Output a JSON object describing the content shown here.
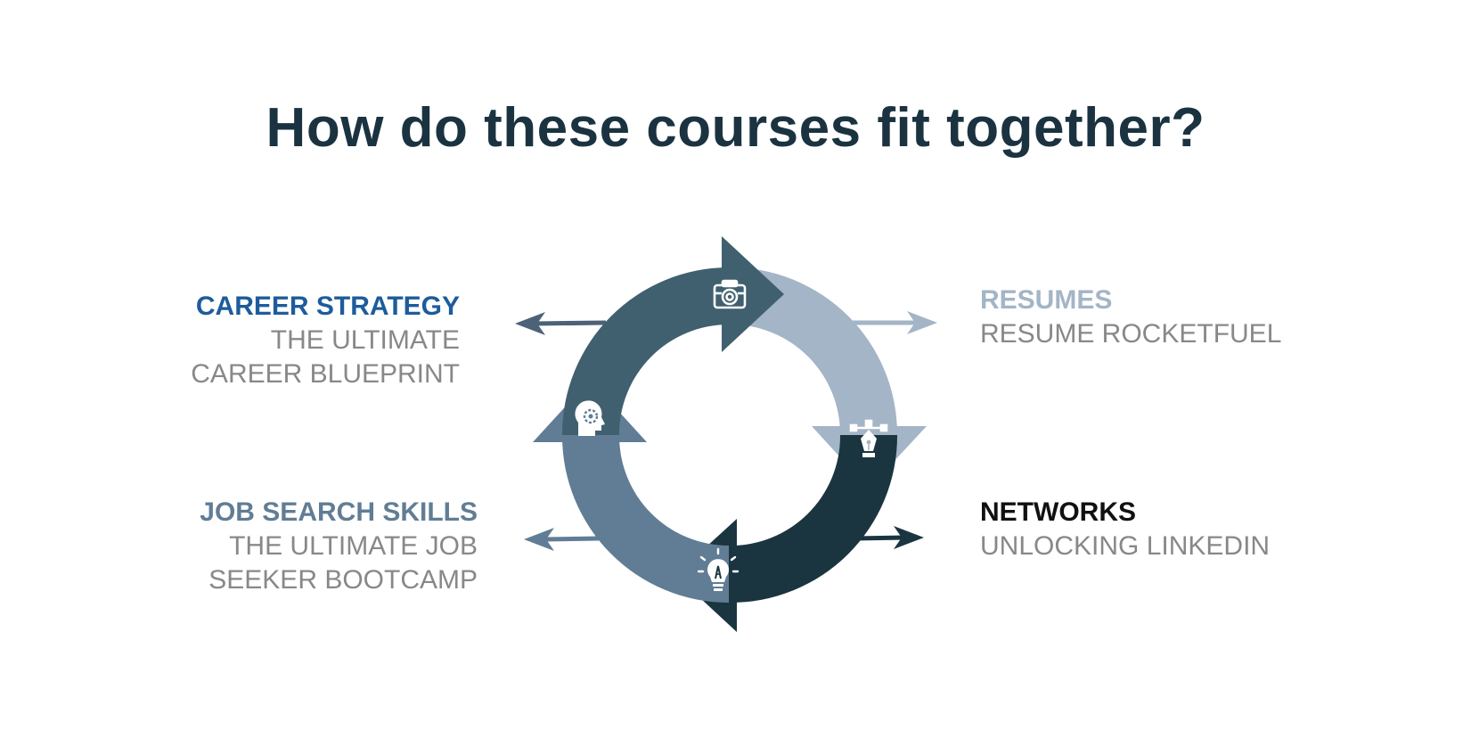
{
  "title": "How do these courses fit together?",
  "colors": {
    "title": "#1b3340",
    "career_segment": "#40606f",
    "resumes_segment": "#a3b5c6",
    "networks_segment": "#1b3540",
    "jobsearch_segment": "#617d95",
    "career_heading": "#1d5c9b",
    "resumes_heading": "#a3b5c6",
    "jobsearch_heading": "#617d95",
    "networks_heading": "#111111",
    "subtext": "#888888"
  },
  "courses": {
    "career": {
      "heading": "CAREER STRATEGY",
      "line1": "THE ULTIMATE",
      "line2": "CAREER BLUEPRINT",
      "icon": "camera-icon"
    },
    "resumes": {
      "heading": "RESUMES",
      "line1": "RESUME ROCKETFUEL",
      "icon": "pen-tool-icon"
    },
    "networks": {
      "heading": "NETWORKS",
      "line1": "UNLOCKING LINKEDIN",
      "icon": "lightbulb-icon"
    },
    "jobsearch": {
      "heading": "JOB SEARCH SKILLS",
      "line1": "THE ULTIMATE JOB",
      "line2": "SEEKER BOOTCAMP",
      "icon": "head-gear-icon"
    }
  }
}
